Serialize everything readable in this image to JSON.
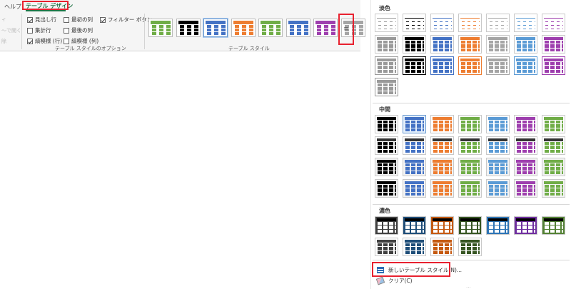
{
  "ribbon": {
    "tabs": {
      "help": "ヘルプ",
      "table_design": "テーブル デザイン"
    },
    "left_fragments": {
      "frag1": "ィ",
      "frag2": "〜で開く",
      "frag3": "除"
    },
    "style_options": {
      "header_row": "見出し行",
      "total_row": "集計行",
      "banded_rows": "縞模様 (行)",
      "first_column": "最初の列",
      "last_column": "最後の列",
      "banded_columns": "縞模様 (列)",
      "filter_button": "フィルター ボタン",
      "group_label": "テーブル スタイルのオプション"
    },
    "gallery": {
      "group_label": "テーブル スタイル",
      "more_symbol": "≡",
      "thumbnails": [
        "#70ad47",
        "#000000",
        "#4472c4",
        "#ed7d31",
        "#70ad47",
        "#4472c4",
        "#9e3fae",
        "#a5a5a5"
      ]
    }
  },
  "panel": {
    "sections": {
      "light": "淡色",
      "medium": "中間",
      "dark": "濃色"
    },
    "menu": {
      "new_style": "新しいテーブル スタイル(N)...",
      "clear": "クリア(C)",
      "more": "..."
    },
    "light_colors": [
      "#9a9a9a",
      "#000000",
      "#4472c4",
      "#ed7d31",
      "#a5a5a5",
      "#5b9bd5",
      "#9e3fae"
    ],
    "medium_colors": [
      "#000000",
      "#4472c4",
      "#ed7d31",
      "#70ad47",
      "#5b9bd5",
      "#9e3fae",
      "#70ad47"
    ],
    "dark_colors": [
      "#404040",
      "#1f4e79",
      "#c55a11",
      "#375623",
      "#2e75b6",
      "#7030a0",
      "#548235"
    ]
  },
  "colors": {
    "accent_green": "#217346",
    "highlight_red": "#e8212f"
  }
}
